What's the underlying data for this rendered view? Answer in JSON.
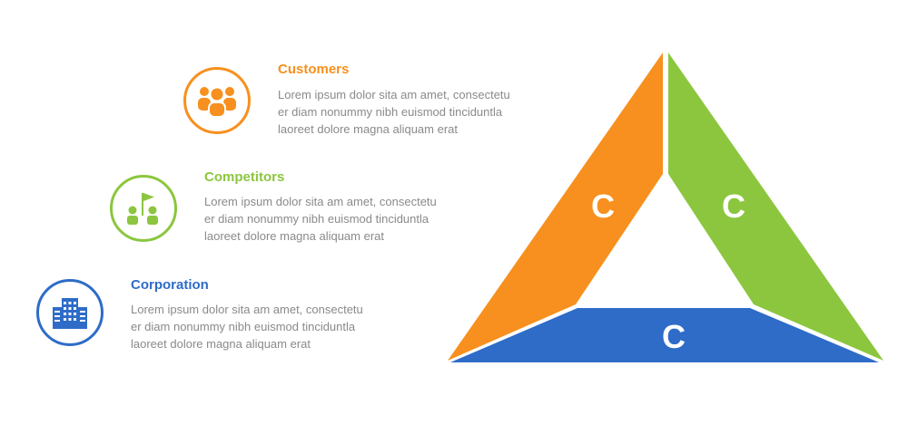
{
  "items": [
    {
      "title": "Customers",
      "color": "#f7901e",
      "icon": "people-group-icon",
      "lines": [
        "Lorem ipsum dolor sita am amet, consectetu",
        "er diam nonummy  nibh euismod tinciduntla",
        "laoreet dolore magna aliquam erat"
      ]
    },
    {
      "title": "Competitors",
      "color": "#8cc63f",
      "icon": "people-flag-icon",
      "lines": [
        "Lorem ipsum dolor sita am amet, consectetu",
        "er diam nonummy  nibh euismod tinciduntla",
        "laoreet dolore magna aliquam erat"
      ]
    },
    {
      "title": "Corporation",
      "color": "#2e6cc8",
      "icon": "building-icon",
      "lines": [
        "Lorem ipsum dolor sita am amet, consectetu",
        "er diam nonummy  nibh euismod tinciduntla",
        "laoreet dolore magna aliquam erat"
      ]
    }
  ],
  "triangle": {
    "left_label": "C",
    "right_label": "C",
    "bottom_label": "C",
    "left_color": "#f7901e",
    "right_color": "#8cc63f",
    "bottom_color": "#2e6cc8"
  },
  "side_id": "790532979"
}
